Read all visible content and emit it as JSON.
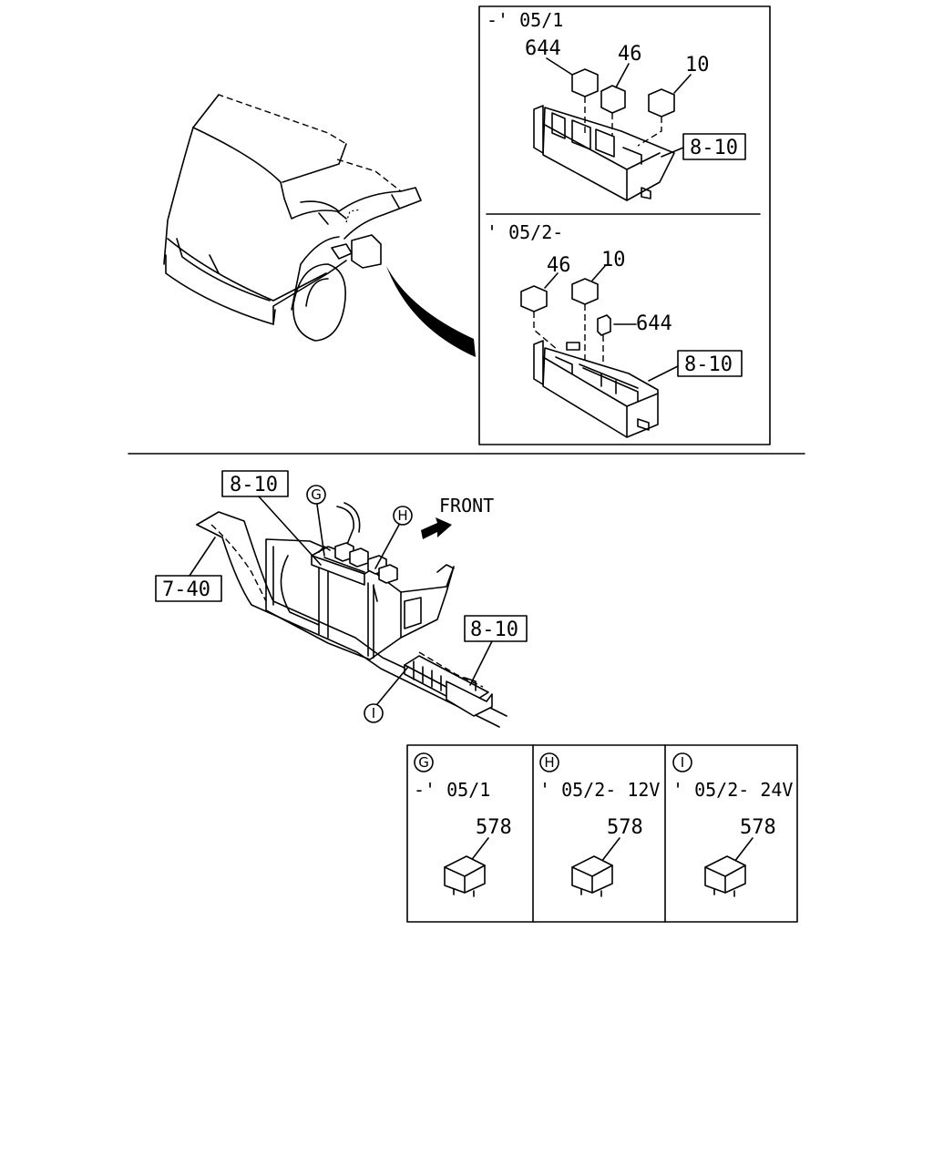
{
  "inset_top": {
    "variant_label": "-' 05/1",
    "callouts": [
      "644",
      "46",
      "10"
    ],
    "ref_label": "8-10"
  },
  "inset_bottom": {
    "variant_label": "' 05/2-",
    "callouts": [
      "46",
      "10",
      "644"
    ],
    "ref_label": "8-10"
  },
  "chassis": {
    "ref_upper": "8-10",
    "ref_lower": "8-10",
    "ref_frame": "7-40",
    "direction_label": "FRONT",
    "markers": [
      "G",
      "H",
      "I"
    ]
  },
  "panels": [
    {
      "marker": "G",
      "variant": "-' 05/1",
      "part": "578"
    },
    {
      "marker": "H",
      "variant": "' 05/2- 12V",
      "part": "578"
    },
    {
      "marker": "I",
      "variant": "' 05/2- 24V",
      "part": "578"
    }
  ]
}
